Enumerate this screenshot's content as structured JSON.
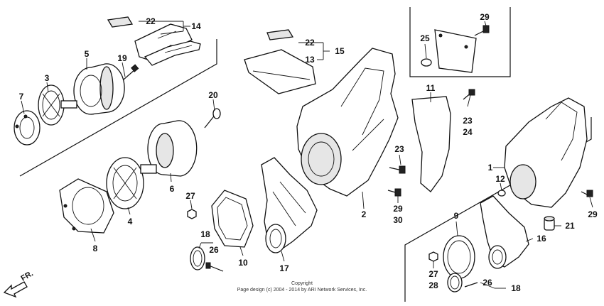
{
  "labels": {
    "l1": "1",
    "l2": "2",
    "l3": "3",
    "l4": "4",
    "l5": "5",
    "l6": "6",
    "l7": "7",
    "l8": "8",
    "l9": "9",
    "l10": "10",
    "l11": "11",
    "l12": "12",
    "l13": "13",
    "l14": "14",
    "l15": "15",
    "l16": "16",
    "l17": "17",
    "l18a": "18",
    "l18b": "18",
    "l19": "19",
    "l20": "20",
    "l21": "21",
    "l22a": "22",
    "l22b": "22",
    "l23a": "23",
    "l23b": "23",
    "l24": "24",
    "l25": "25",
    "l26a": "26",
    "l26b": "26",
    "l27a": "27",
    "l27b": "27",
    "l28": "28",
    "l29a": "29",
    "l29b": "29",
    "l29c": "29",
    "l30": "30"
  },
  "direction_marker": "FR.",
  "copyright_line1": "Copyright",
  "copyright_line2": "Page design (c) 2004 - 2014 by ARI Network Services, Inc."
}
